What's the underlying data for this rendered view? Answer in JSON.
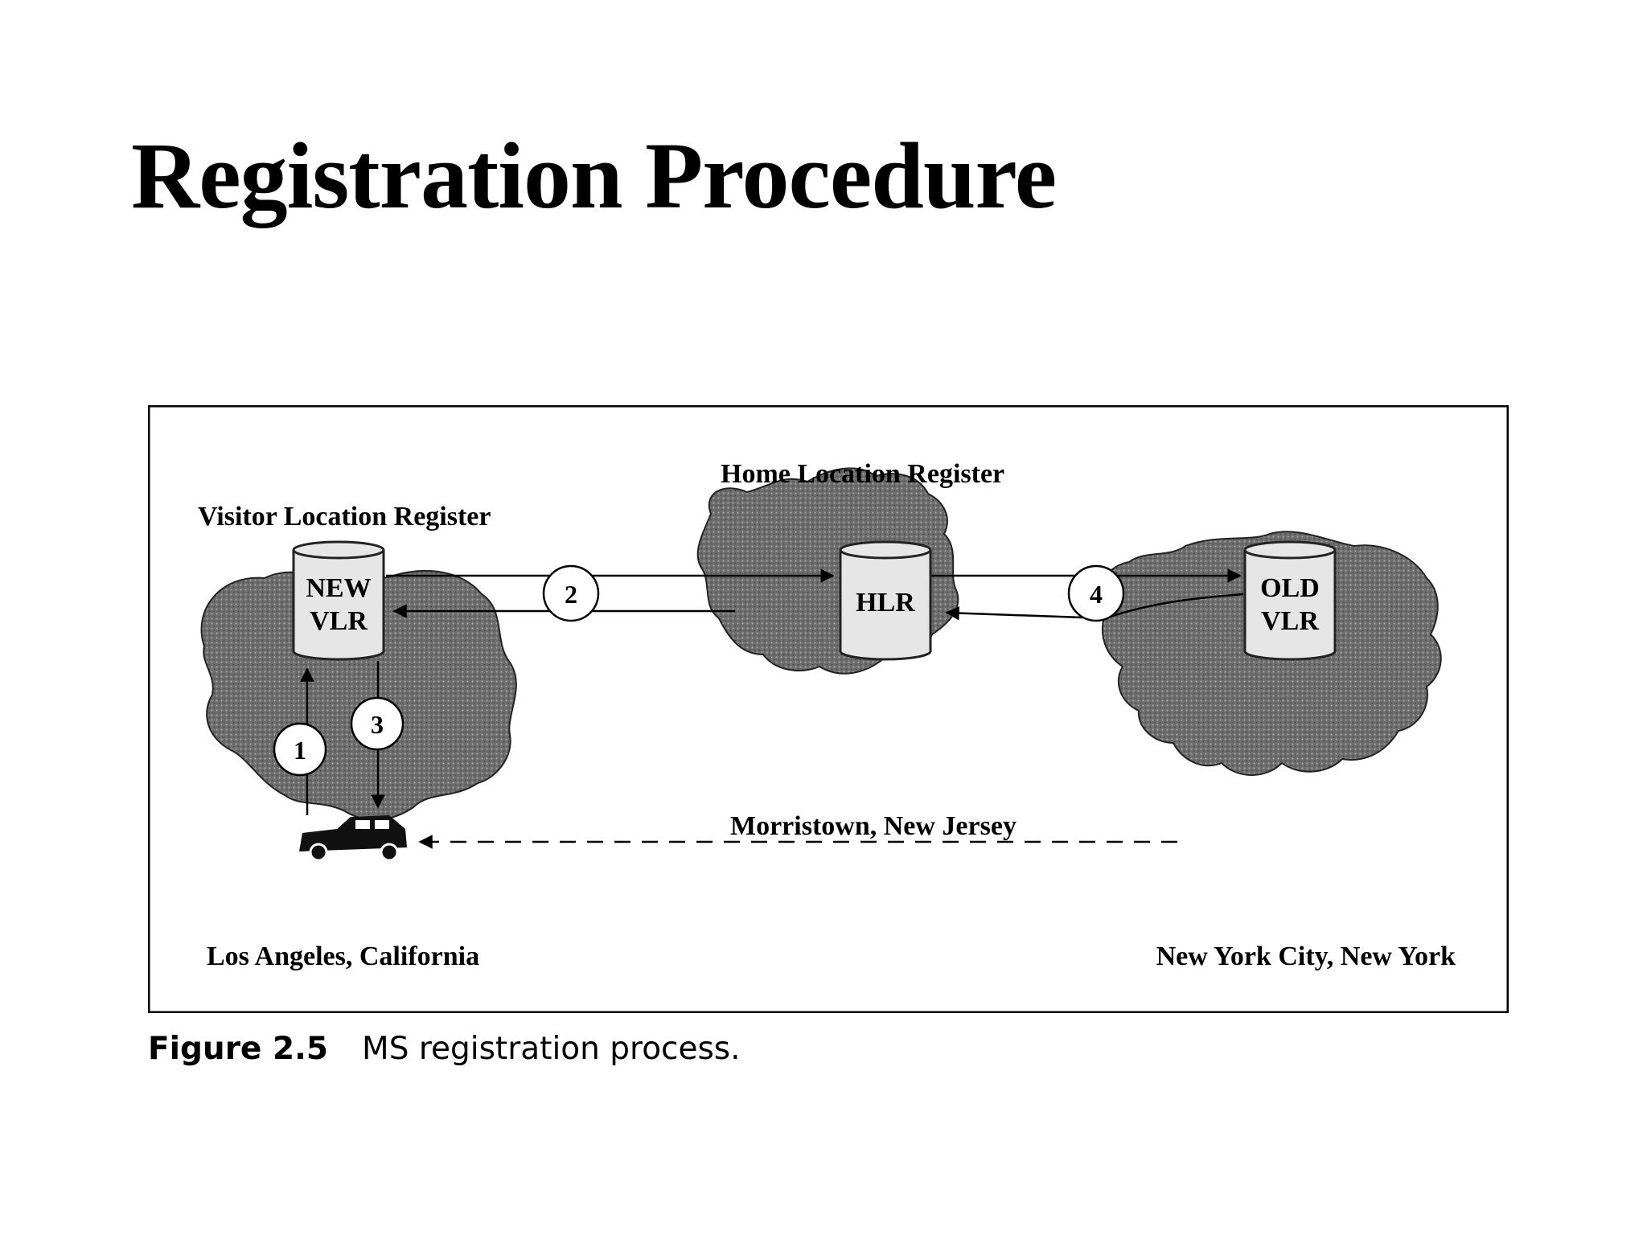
{
  "slide": {
    "title": "Registration Procedure"
  },
  "diagram": {
    "labels": {
      "vlr_heading": "Visitor Location Register",
      "hlr_heading": "Home Location Register",
      "la_city": "Los Angeles, California",
      "morristown_city": "Morristown, New Jersey",
      "nyc_city": "New York City, New York"
    },
    "nodes": {
      "new_vlr": [
        "NEW",
        "VLR"
      ],
      "hlr": [
        "HLR"
      ],
      "old_vlr": [
        "OLD",
        "VLR"
      ]
    },
    "steps": [
      "1",
      "2",
      "3",
      "4"
    ]
  },
  "caption": {
    "figure_number": "Figure 2.5",
    "text": "MS registration process."
  }
}
